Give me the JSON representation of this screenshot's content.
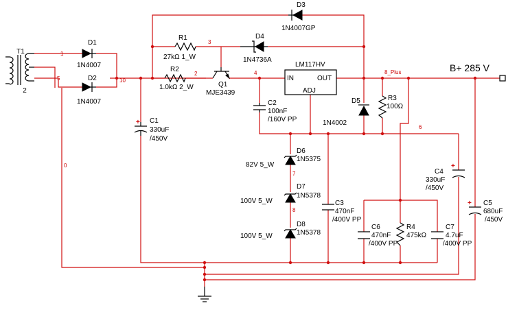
{
  "transformer": {
    "ref": "T1",
    "pin": "2"
  },
  "nets": {
    "n1": "1",
    "n5": "5",
    "n10": "10",
    "n3": "3",
    "n2": "2",
    "n4": "4",
    "n0": "0",
    "n7": "7",
    "n8": "8",
    "n6": "6",
    "n8plus": "8_Plus"
  },
  "d1": {
    "ref": "D1",
    "value": "1N4007"
  },
  "d2": {
    "ref": "D2",
    "value": "1N4007"
  },
  "d3": {
    "ref": "D3",
    "value": "1N4007GP"
  },
  "d4": {
    "ref": "D4",
    "value": "1N4736A"
  },
  "d5": {
    "ref": "D5",
    "value": "1N4002"
  },
  "d6": {
    "ref": "D6",
    "value": "1N5375",
    "rating": "82V  5_W"
  },
  "d7": {
    "ref": "D7",
    "value": "1N5378",
    "rating": "100V  5_W"
  },
  "d8": {
    "ref": "D8",
    "value": "1N5378",
    "rating": "100V  5_W"
  },
  "r1": {
    "ref": "R1",
    "value": "27kΩ  1_W"
  },
  "r2": {
    "ref": "R2",
    "value": "1.0kΩ   2_W"
  },
  "r3": {
    "ref": "R3",
    "value": "100Ω"
  },
  "r4": {
    "ref": "R4",
    "value": "475kΩ"
  },
  "q1": {
    "ref": "Q1",
    "value": "MJE3439"
  },
  "reg": {
    "ref": "LM117HV",
    "in": "IN",
    "out": "OUT",
    "adj": "ADJ"
  },
  "c1": {
    "ref": "C1",
    "value1": "330uF",
    "value2": "/450V"
  },
  "c2": {
    "ref": "C2",
    "value1": "100nF",
    "value2": "/160V PP"
  },
  "c3": {
    "ref": "C3",
    "value1": "470nF",
    "value2": "/400V PP"
  },
  "c4": {
    "ref": "C4",
    "value1": "330uF",
    "value2": "/450V"
  },
  "c5": {
    "ref": "C5",
    "value1": "680uF",
    "value2": "/450V"
  },
  "c6": {
    "ref": "C6",
    "value1": "470nF",
    "value2": "/400V PP"
  },
  "c7": {
    "ref": "C7",
    "value1": "4.7uF",
    "value2": "/400V PP"
  },
  "output": {
    "label": "B+  285 V"
  },
  "colors": {
    "wire": "#d01010",
    "component": "#000000",
    "background": "#ffffff"
  }
}
